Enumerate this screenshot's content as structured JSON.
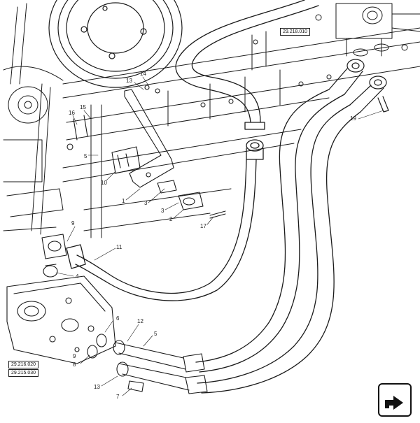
{
  "diagram": {
    "callouts": [
      {
        "id": "c14",
        "text": "14"
      },
      {
        "id": "c13a",
        "text": "13"
      },
      {
        "id": "c16",
        "text": "16"
      },
      {
        "id": "c15",
        "text": "15"
      },
      {
        "id": "c5a",
        "text": "5"
      },
      {
        "id": "c10",
        "text": "10"
      },
      {
        "id": "c1",
        "text": "1"
      },
      {
        "id": "c3a",
        "text": "3"
      },
      {
        "id": "c3b",
        "text": "3"
      },
      {
        "id": "c2",
        "text": "2"
      },
      {
        "id": "c17",
        "text": "17"
      },
      {
        "id": "c11",
        "text": "11"
      },
      {
        "id": "c9a",
        "text": "9"
      },
      {
        "id": "c4",
        "text": "4"
      },
      {
        "id": "c19",
        "text": "19"
      },
      {
        "id": "c6",
        "text": "6"
      },
      {
        "id": "c12",
        "text": "12"
      },
      {
        "id": "c5b",
        "text": "5"
      },
      {
        "id": "c9b",
        "text": "9"
      },
      {
        "id": "c8",
        "text": "8"
      },
      {
        "id": "c13b",
        "text": "13"
      },
      {
        "id": "c7",
        "text": "7"
      }
    ],
    "references": {
      "top": "29.218.010",
      "left_a": "29.216.020",
      "left_b": "29.215.030"
    }
  }
}
